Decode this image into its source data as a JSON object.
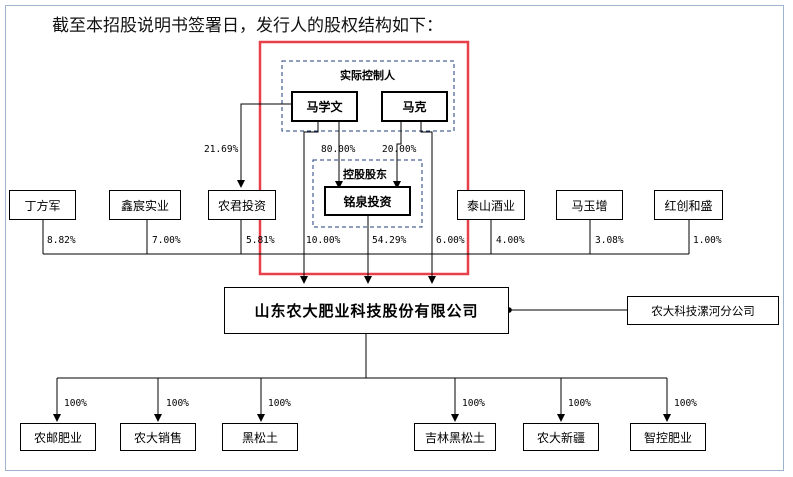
{
  "heading": "截至本招股说明书签署日，发行人的股权结构如下：",
  "controllers_group": "实际控制人",
  "controllers": [
    "马学文",
    "马克"
  ],
  "controlling_group": "控股股东",
  "controlling_shareholder": "铭泉投资",
  "shareholders": [
    "丁方军",
    "鑫宸实业",
    "农君投资",
    "泰山酒业",
    "马玉增",
    "红创和盛"
  ],
  "company": "山东农大肥业科技股份有限公司",
  "branch": "农大科技漯河分公司",
  "subsidiaries": [
    "农邮肥业",
    "农大销售",
    "黑松土",
    "吉林黑松土",
    "农大新疆",
    "智控肥业"
  ],
  "pcts": {
    "maxuewen_to_nongjun": "21.69%",
    "maxuewen_to_mingquan": "80.00%",
    "make_to_mingquan": "20.00%",
    "dingfangjun": "8.82%",
    "xinchen": "7.00%",
    "nongjun": "5.81%",
    "maxuewen_direct": "10.00%",
    "mingquan": "54.29%",
    "make_direct": "6.00%",
    "taishan": "4.00%",
    "mayuzeng": "3.08%",
    "hongchuang": "1.00%",
    "sub": "100%"
  },
  "colors": {
    "highlight_border": "#e8404a",
    "frame_border": "#9db3cf",
    "line": "#000000"
  }
}
